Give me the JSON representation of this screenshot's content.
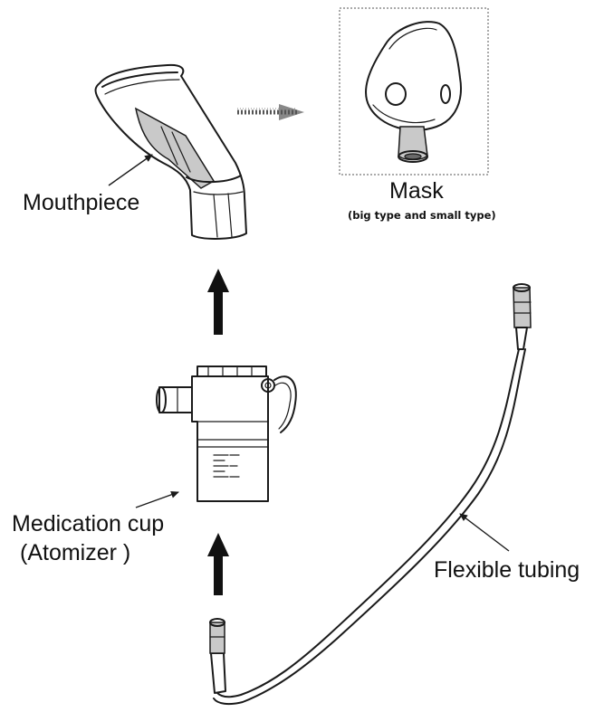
{
  "labels": {
    "mouthpiece": "Mouthpiece",
    "mask": "Mask",
    "mask_note": "(big type and small type)",
    "cup_line1": "Medication cup",
    "cup_line2": "(Atomizer )",
    "tubing": "Flexible tubing"
  },
  "colors": {
    "line": "#1a1a1a",
    "shade": "#c9c9c9",
    "background": "#ffffff"
  }
}
